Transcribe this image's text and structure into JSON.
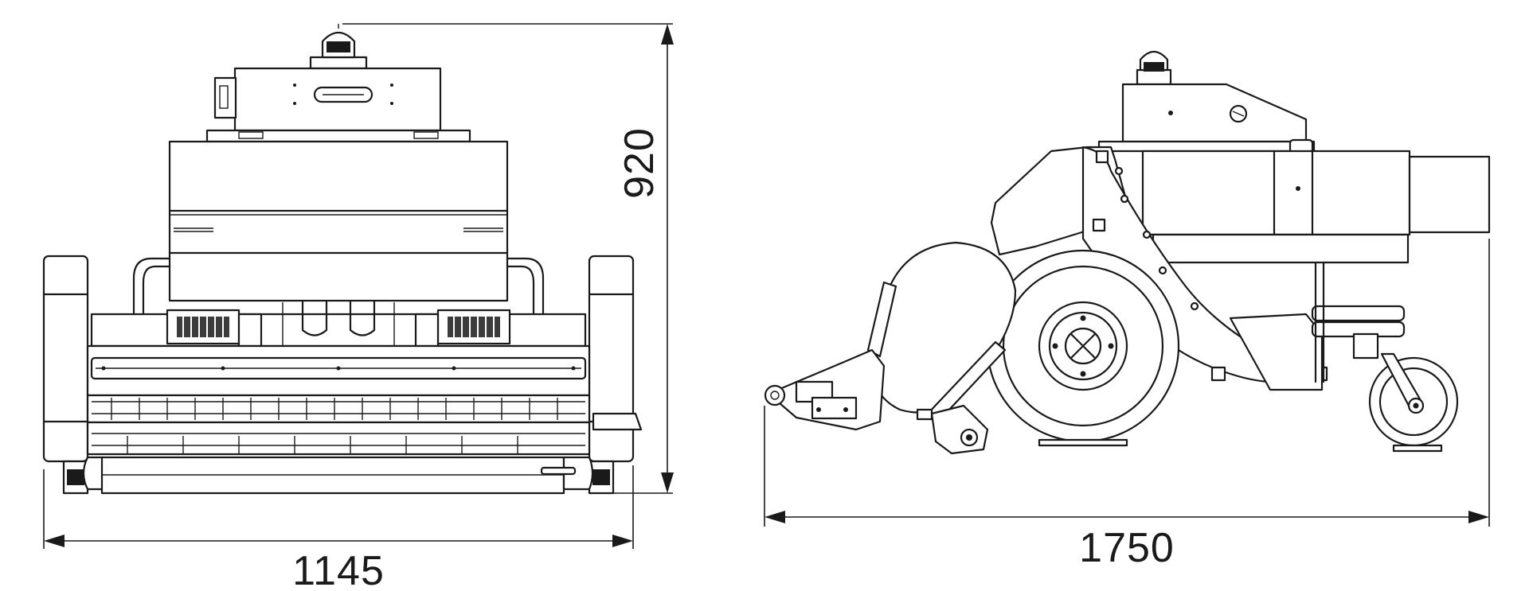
{
  "dimensions": {
    "front_width": "1145",
    "front_height": "920",
    "side_length": "1750"
  },
  "colors": {
    "line": "#1a1a1a",
    "background": "#ffffff"
  }
}
